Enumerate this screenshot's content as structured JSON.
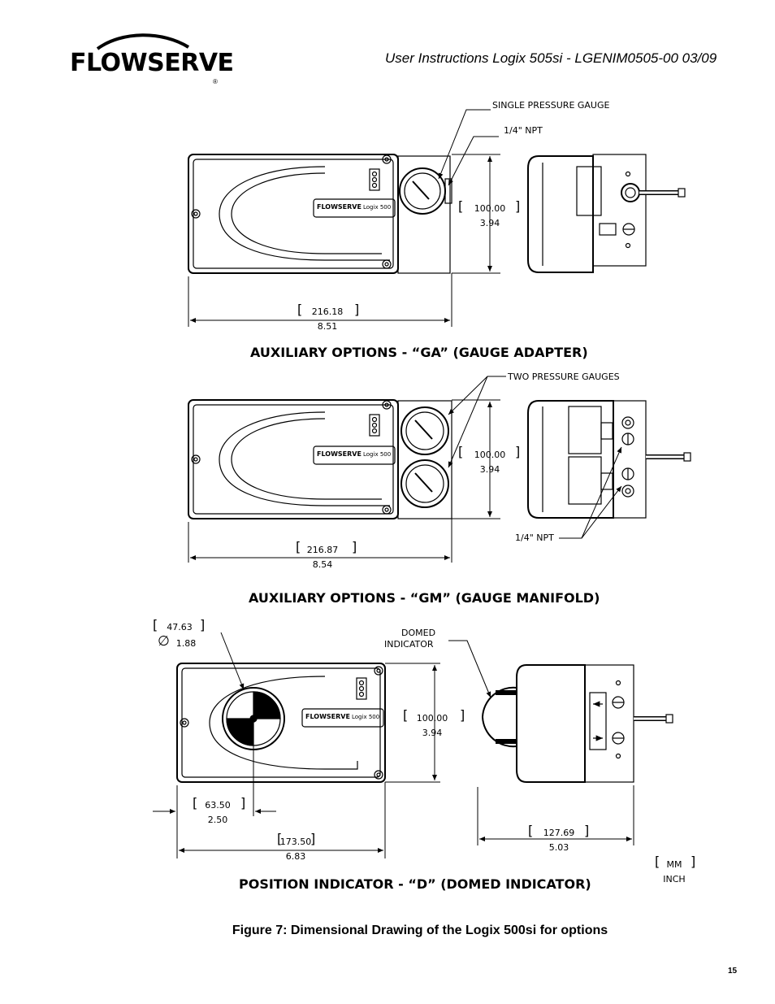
{
  "header": {
    "logo_text": "FLOWSERVE",
    "logo_mark": "®",
    "doc_title": "User Instructions Logix 505si - LGENIM0505-00  03/09"
  },
  "drawing1": {
    "label_gauge": "SINGLE PRESSURE GAUGE",
    "label_npt": "1/4\" NPT",
    "height_mm": "100.00",
    "height_in": "3.94",
    "width_mm": "216.18",
    "width_in": "8.51",
    "nameplate_brand": "FLOWSERVE",
    "nameplate_model": "Logix 500",
    "title": "AUXILIARY OPTIONS - “GA” (GAUGE ADAPTER)"
  },
  "drawing2": {
    "label_gauges": "TWO PRESSURE GAUGES",
    "label_npt": "1/4\" NPT",
    "height_mm": "100.00",
    "height_in": "3.94",
    "width_mm": "216.87",
    "width_in": "8.54",
    "nameplate_brand": "FLOWSERVE",
    "nameplate_model": "Logix 500",
    "title": "AUXILIARY OPTIONS - “GM” (GAUGE MANIFOLD)"
  },
  "drawing3": {
    "dia_mm": "47.63",
    "dia_in": "1.88",
    "dia_symbol": "∅",
    "label_domed_1": "DOMED",
    "label_domed_2": "INDICATOR",
    "height_mm": "100.00",
    "height_in": "3.94",
    "offset_mm": "63.50",
    "offset_in": "2.50",
    "width_mm": "173.50",
    "width_in": "6.83",
    "depth_mm": "127.69",
    "depth_in": "5.03",
    "unit_mm": "MM",
    "unit_in": "INCH",
    "nameplate_brand": "FLOWSERVE",
    "nameplate_model": "Logix 500",
    "title": "POSITION INDICATOR - “D” (DOMED INDICATOR)"
  },
  "figure_caption": "Figure 7: Dimensional Drawing of the Logix 500si for options",
  "page_number": "15"
}
